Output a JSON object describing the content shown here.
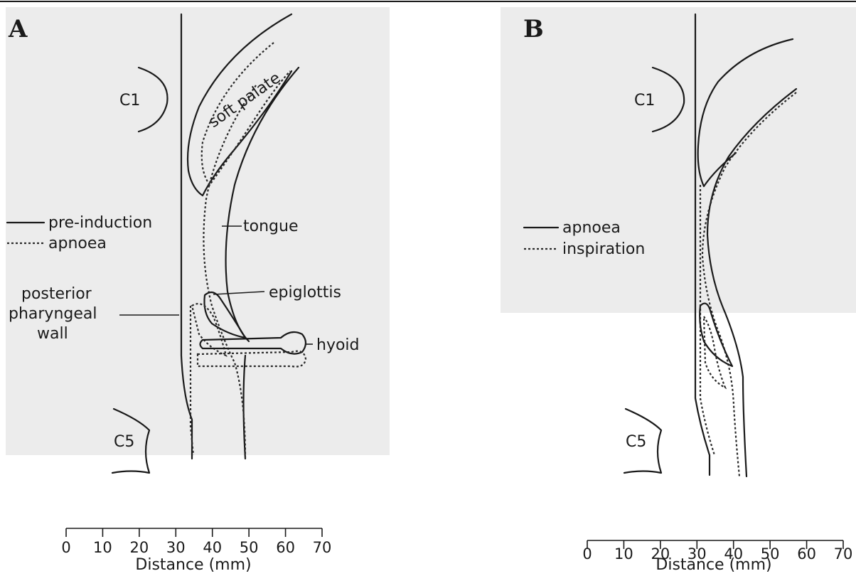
{
  "panel_a": {
    "letter": "A",
    "vertebrae": [
      "C1",
      "C5"
    ],
    "structures": {
      "soft_palate": "soft palate",
      "tongue": "tongue",
      "epiglottis": "epiglottis",
      "hyoid": "hyoid",
      "posterior_wall_1": "posterior",
      "posterior_wall_2": "pharyngeal",
      "posterior_wall_3": "wall"
    },
    "legend": {
      "solid": "pre-induction",
      "dotted": "apnoea"
    },
    "axis": {
      "ticks": [
        "0",
        "10",
        "20",
        "30",
        "40",
        "50",
        "60",
        "70"
      ],
      "label": "Distance (mm)"
    }
  },
  "panel_b": {
    "letter": "B",
    "vertebrae": [
      "C1",
      "C5"
    ],
    "legend": {
      "solid": "apnoea",
      "dotted": "inspiration"
    },
    "axis": {
      "ticks": [
        "0",
        "10",
        "20",
        "30",
        "40",
        "50",
        "60",
        "70"
      ],
      "label": "Distance (mm)"
    }
  },
  "styles": {
    "ink_color": "#1a1a1a",
    "background_color": "#ececec"
  }
}
